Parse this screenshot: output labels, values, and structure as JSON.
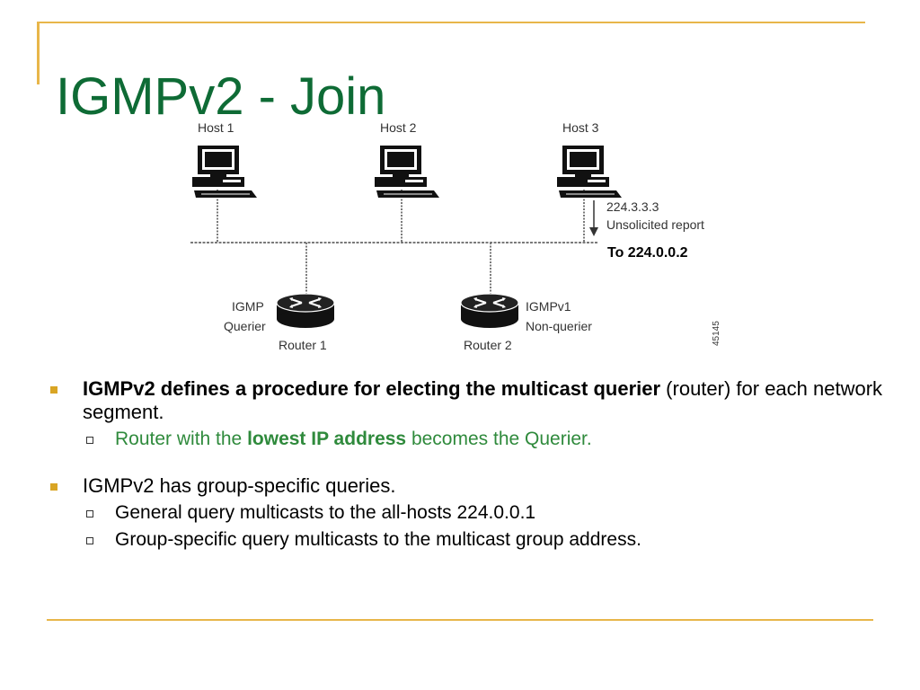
{
  "slide": {
    "title": "IGMPv2 - Join"
  },
  "diagram": {
    "hosts": [
      "Host 1",
      "Host 2",
      "Host 3"
    ],
    "report_group": "224.3.3.3",
    "report_label": "Unsolicited report",
    "report_destination": "To 224.0.0.2",
    "router1_name": "Router 1",
    "router1_role_line1": "IGMP",
    "router1_role_line2": "Querier",
    "router2_name": "Router 2",
    "router2_role_line1": "IGMPv1",
    "router2_role_line2": "Non-querier",
    "figure_id": "45145"
  },
  "bullets": {
    "b1_bold": "IGMPv2 defines a procedure for electing the multicast querier",
    "b1_rest": " (router) for each network segment.",
    "b1_sub1_pre": "Router with the ",
    "b1_sub1_bold": "lowest IP address",
    "b1_sub1_post": " becomes the Querier.",
    "b2": "IGMPv2 has group-specific queries.",
    "b2_sub1": "General query multicasts to the all-hosts 224.0.0.1",
    "b2_sub2": "Group-specific query multicasts to the multicast group address."
  },
  "colors": {
    "title": "#0e6b35",
    "accent_rule": "#e8b64a",
    "bullet": "#d9a524",
    "sub_green": "#2f8a3c"
  }
}
